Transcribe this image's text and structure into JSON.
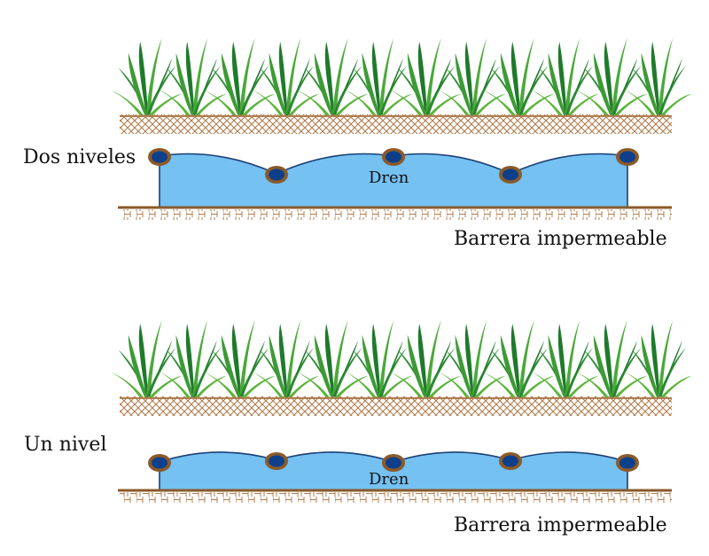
{
  "diagrams": [
    {
      "label": "Dos niveles",
      "drain_label": "Dren",
      "barrier_label": "Barrera impermeable",
      "drain_levels": [
        "high",
        "low",
        "high",
        "low",
        "high"
      ]
    },
    {
      "label": "Un nivel",
      "drain_label": "Dren",
      "barrier_label": "Barrera impermeable",
      "drain_levels": [
        "high",
        "high",
        "high",
        "high",
        "high"
      ]
    }
  ],
  "colors": {
    "water": "#74c1f2",
    "water_edge": "#1b3f73",
    "pipe_ring": "#8a5a2a",
    "pipe_core": "#0d3f8a",
    "soil": "#c49466",
    "grass_dark": "#1f7a2b",
    "grass_light": "#5bb33c"
  },
  "icons": {
    "plant": "grass-tuft-icon",
    "pipe": "drain-pipe-icon",
    "soil": "soil-layer",
    "barrier": "barrier-layer"
  }
}
